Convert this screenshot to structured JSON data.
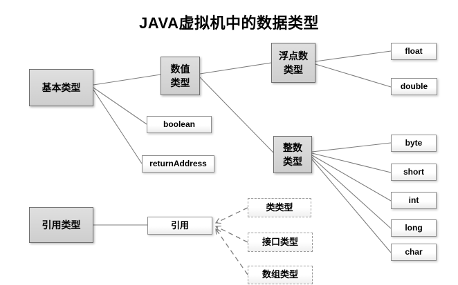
{
  "title": "JAVA虚拟机中的数据类型",
  "diagram": {
    "nodes": {
      "basic": {
        "label": "基本类型",
        "kind": "group"
      },
      "numeric": {
        "label": "数值\n类型",
        "kind": "group"
      },
      "float_group": {
        "label": "浮点数\n类型",
        "kind": "group"
      },
      "integer_group": {
        "label": "整数\n类型",
        "kind": "group"
      },
      "reference_type": {
        "label": "引用类型",
        "kind": "group"
      },
      "boolean": {
        "label": "boolean",
        "kind": "leaf"
      },
      "return_address": {
        "label": "returnAddress",
        "kind": "leaf"
      },
      "float": {
        "label": "float",
        "kind": "leaf"
      },
      "double": {
        "label": "double",
        "kind": "leaf"
      },
      "byte": {
        "label": "byte",
        "kind": "leaf"
      },
      "short": {
        "label": "short",
        "kind": "leaf"
      },
      "int": {
        "label": "int",
        "kind": "leaf"
      },
      "long": {
        "label": "long",
        "kind": "leaf"
      },
      "char": {
        "label": "char",
        "kind": "leaf"
      },
      "ref": {
        "label": "引用",
        "kind": "leaf"
      },
      "class_type": {
        "label": "类类型",
        "kind": "dashed"
      },
      "interface_type": {
        "label": "接口类型",
        "kind": "dashed"
      },
      "array_type": {
        "label": "数组类型",
        "kind": "dashed"
      }
    },
    "edges": [
      {
        "from": "基本类型",
        "to": "数值类型",
        "style": "solid"
      },
      {
        "from": "基本类型",
        "to": "boolean",
        "style": "solid"
      },
      {
        "from": "基本类型",
        "to": "returnAddress",
        "style": "solid"
      },
      {
        "from": "数值类型",
        "to": "浮点数类型",
        "style": "solid"
      },
      {
        "from": "数值类型",
        "to": "整数类型",
        "style": "solid"
      },
      {
        "from": "浮点数类型",
        "to": "float",
        "style": "solid"
      },
      {
        "from": "浮点数类型",
        "to": "double",
        "style": "solid"
      },
      {
        "from": "整数类型",
        "to": "byte",
        "style": "solid"
      },
      {
        "from": "整数类型",
        "to": "short",
        "style": "solid"
      },
      {
        "from": "整数类型",
        "to": "int",
        "style": "solid"
      },
      {
        "from": "整数类型",
        "to": "long",
        "style": "solid"
      },
      {
        "from": "整数类型",
        "to": "char",
        "style": "solid"
      },
      {
        "from": "引用类型",
        "to": "引用",
        "style": "solid"
      },
      {
        "from": "类类型",
        "to": "引用",
        "style": "dashed-arrow"
      },
      {
        "from": "接口类型",
        "to": "引用",
        "style": "dashed-arrow"
      },
      {
        "from": "数组类型",
        "to": "引用",
        "style": "dashed-arrow"
      }
    ],
    "colors": {
      "group_fill": "#d6d6d6",
      "leaf_fill": "#ffffff",
      "group_border": "#6f6f6f",
      "leaf_border": "#8f8f8f",
      "dashed_border": "#9b9b9b",
      "line": "#7d7d7d",
      "text": "#000000",
      "background": "#ffffff"
    }
  }
}
